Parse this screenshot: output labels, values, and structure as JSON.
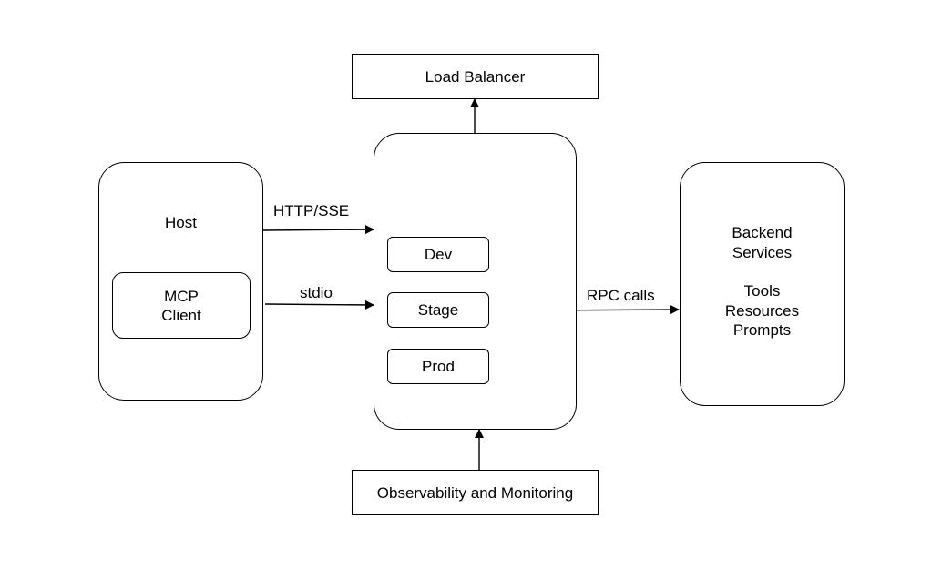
{
  "diagram": {
    "load_balancer": "Load Balancer",
    "observability": "Observability and Monitoring",
    "host": {
      "label": "Host",
      "client_line1": "MCP",
      "client_line2": "Client"
    },
    "server": {
      "environments": [
        "Dev",
        "Stage",
        "Prod"
      ]
    },
    "backend": {
      "line1": "Backend",
      "line2": "Services",
      "items": [
        "Tools",
        "Resources",
        "Prompts"
      ]
    },
    "edges": {
      "http_sse": "HTTP/SSE",
      "stdio": "stdio",
      "rpc_calls": "RPC calls"
    },
    "colors": {
      "stroke": "#000000",
      "fill": "#ffffff"
    }
  }
}
